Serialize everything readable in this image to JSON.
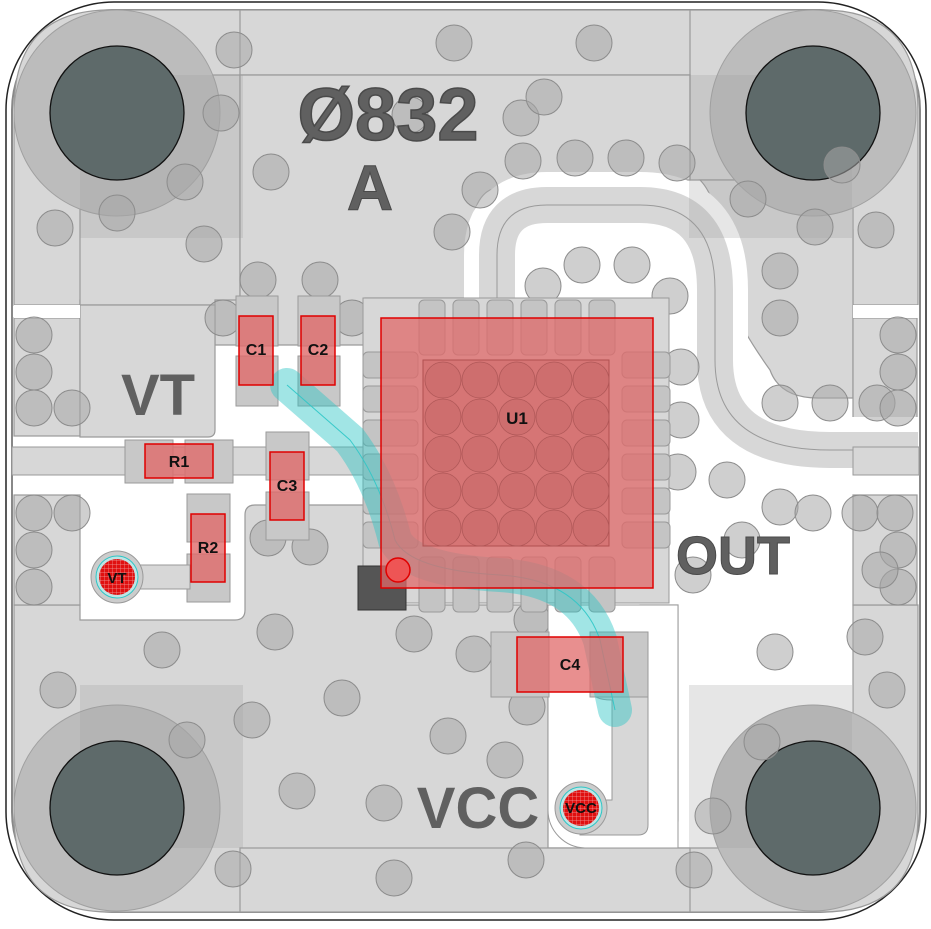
{
  "board": {
    "part_number": "Ø832",
    "revision": "A",
    "colors": {
      "substrate": "#ffffff",
      "copper": "#d7d7d7",
      "copper_stroke": "#9a9a9a",
      "via": "#bdbdbd",
      "mount_hole": "#5e6a6a",
      "mount_ring": "#bcbcbc",
      "silk_text": "#606060",
      "component_fill": "#e06a6a",
      "component_stroke": "#e00000",
      "jumper_fill": "#a8ecec",
      "jumper_stroke": "#2ec6c6",
      "pin1_mark": "#555555"
    }
  },
  "labels": {
    "vt": "VT",
    "out": "OUT",
    "vcc": "VCC"
  },
  "components": [
    {
      "ref": "U1",
      "type": "ic"
    },
    {
      "ref": "C1",
      "type": "capacitor"
    },
    {
      "ref": "C2",
      "type": "capacitor"
    },
    {
      "ref": "C3",
      "type": "capacitor"
    },
    {
      "ref": "C4",
      "type": "capacitor"
    },
    {
      "ref": "R1",
      "type": "resistor"
    },
    {
      "ref": "R2",
      "type": "resistor"
    }
  ],
  "test_points": [
    {
      "label": "VT"
    },
    {
      "label": "VCC"
    }
  ]
}
